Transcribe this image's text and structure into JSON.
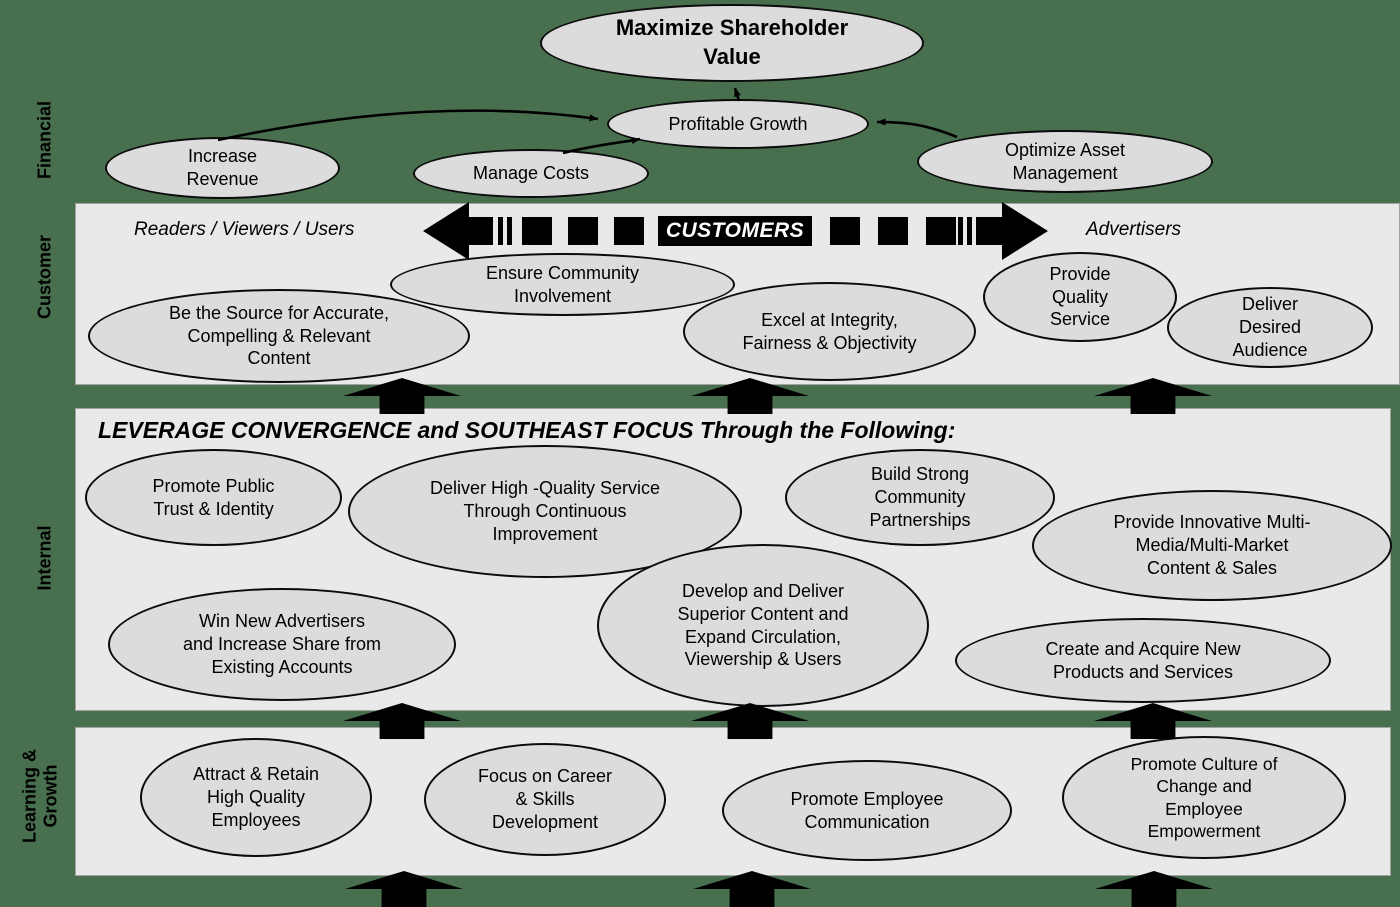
{
  "colors": {
    "page_bg": "#48704F",
    "band_fill": "#E9E9E9",
    "node_fill": "#DCDCDC",
    "ink": "#0b0b0b",
    "banner_bg": "#000000",
    "banner_text": "#ffffff"
  },
  "perspective_labels": {
    "financial": "Financial",
    "customer": "Customer",
    "internal": "Internal",
    "learning": "Learning &\nGrowth"
  },
  "financial": {
    "maximize": "Maximize Shareholder\nValue",
    "profitable": "Profitable Growth",
    "increase": "Increase\nRevenue",
    "manage": "Manage Costs",
    "optimize": "Optimize Asset\nManagement"
  },
  "customer": {
    "readers": "Readers / Viewers / Users",
    "advertisers": "Advertisers",
    "customers_banner": "CUSTOMERS",
    "ensure": "Ensure Community\nInvolvement",
    "source": "Be the Source for Accurate,\nCompelling & Relevant\nContent",
    "excel": "Excel at Integrity,\nFairness & Objectivity",
    "quality": "Provide\nQuality\nService",
    "audience": "Deliver\nDesired\nAudience"
  },
  "internal": {
    "heading": "LEVERAGE CONVERGENCE and SOUTHEAST FOCUS Through the Following:",
    "trust": "Promote Public\nTrust & Identity",
    "deliver_quality": "Deliver High -Quality Service\nThrough Continuous\nImprovement",
    "community": "Build Strong\nCommunity\nPartnerships",
    "innovative": "Provide Innovative Multi-\nMedia/Multi-Market\nContent & Sales",
    "win": "Win New Advertisers\nand Increase Share from\nExisting Accounts",
    "develop": "Develop and Deliver\nSuperior Content and\nExpand Circulation,\nViewership & Users",
    "create": "Create and Acquire New\nProducts and Services"
  },
  "learning": {
    "attract": "Attract & Retain\nHigh Quality\nEmployees",
    "career": "Focus on Career\n& Skills\nDevelopment",
    "communication": "Promote Employee\nCommunication",
    "culture": "Promote Culture of\nChange and\nEmployee\nEmpowerment"
  }
}
